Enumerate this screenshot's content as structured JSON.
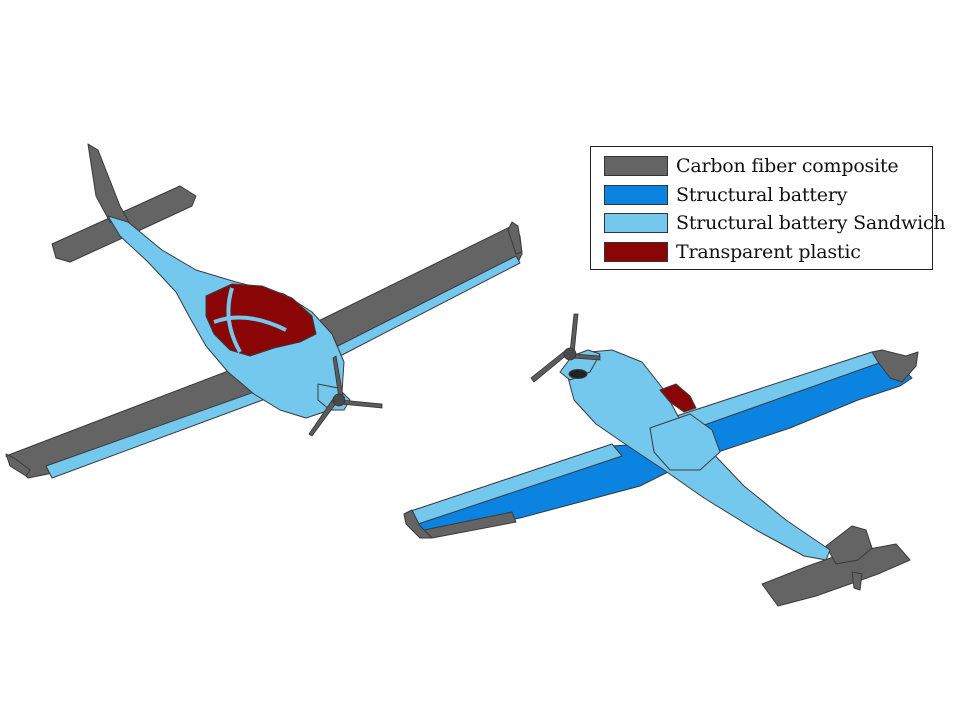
{
  "colors": {
    "carbon": "#646464",
    "battery": "#0a84e0",
    "sandwich": "#74c8ee",
    "plastic": "#8a0606",
    "outline": "#3a3a3a",
    "propeller": "#5c5c5c"
  },
  "legend": {
    "placement": "top-right",
    "items": [
      {
        "label": "Carbon fiber composite",
        "color": "#646464"
      },
      {
        "label": "Structural battery",
        "color": "#0a84e0"
      },
      {
        "label": "Structural battery Sandwich",
        "color": "#74c8ee"
      },
      {
        "label": "Transparent plastic",
        "color": "#8a0606"
      }
    ]
  }
}
